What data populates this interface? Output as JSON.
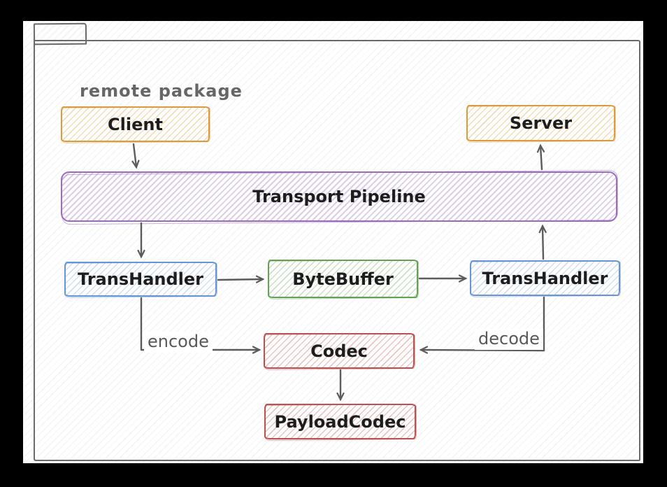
{
  "package": {
    "label": "remote package"
  },
  "nodes": {
    "client": {
      "label": "Client",
      "color": "#dd9b3d"
    },
    "server": {
      "label": "Server",
      "color": "#dd9b3d"
    },
    "transport_pipeline": {
      "label": "Transport Pipeline",
      "color": "#9a6bbf"
    },
    "trans_handler_left": {
      "label": "TransHandler",
      "color": "#6795d6"
    },
    "byte_buffer": {
      "label": "ByteBuffer",
      "color": "#65a054"
    },
    "trans_handler_right": {
      "label": "TransHandler",
      "color": "#6795d6"
    },
    "codec": {
      "label": "Codec",
      "color": "#c04f4f"
    },
    "payload_codec": {
      "label": "PayloadCodec",
      "color": "#c04f4f"
    }
  },
  "edges": [
    {
      "from": "Client",
      "to": "Transport Pipeline",
      "label": ""
    },
    {
      "from": "Transport Pipeline",
      "to": "TransHandler (left)",
      "label": ""
    },
    {
      "from": "TransHandler (left)",
      "to": "ByteBuffer",
      "label": ""
    },
    {
      "from": "ByteBuffer",
      "to": "TransHandler (right)",
      "label": ""
    },
    {
      "from": "TransHandler (right)",
      "to": "Transport Pipeline",
      "label": ""
    },
    {
      "from": "Transport Pipeline",
      "to": "Server",
      "label": ""
    },
    {
      "from": "TransHandler (left)",
      "to": "Codec",
      "label": "encode"
    },
    {
      "from": "TransHandler (right)",
      "to": "Codec",
      "label": "decode"
    },
    {
      "from": "Codec",
      "to": "PayloadCodec",
      "label": ""
    }
  ],
  "colors": {
    "frame_background": "#000000",
    "canvas": "#ffffff",
    "package_stroke": "#6a6a6a",
    "package_label_text": "#666666",
    "arrow": "#5b5b5b",
    "edge_label_text": "#585858",
    "node_label_text": "#1d1d1d"
  }
}
